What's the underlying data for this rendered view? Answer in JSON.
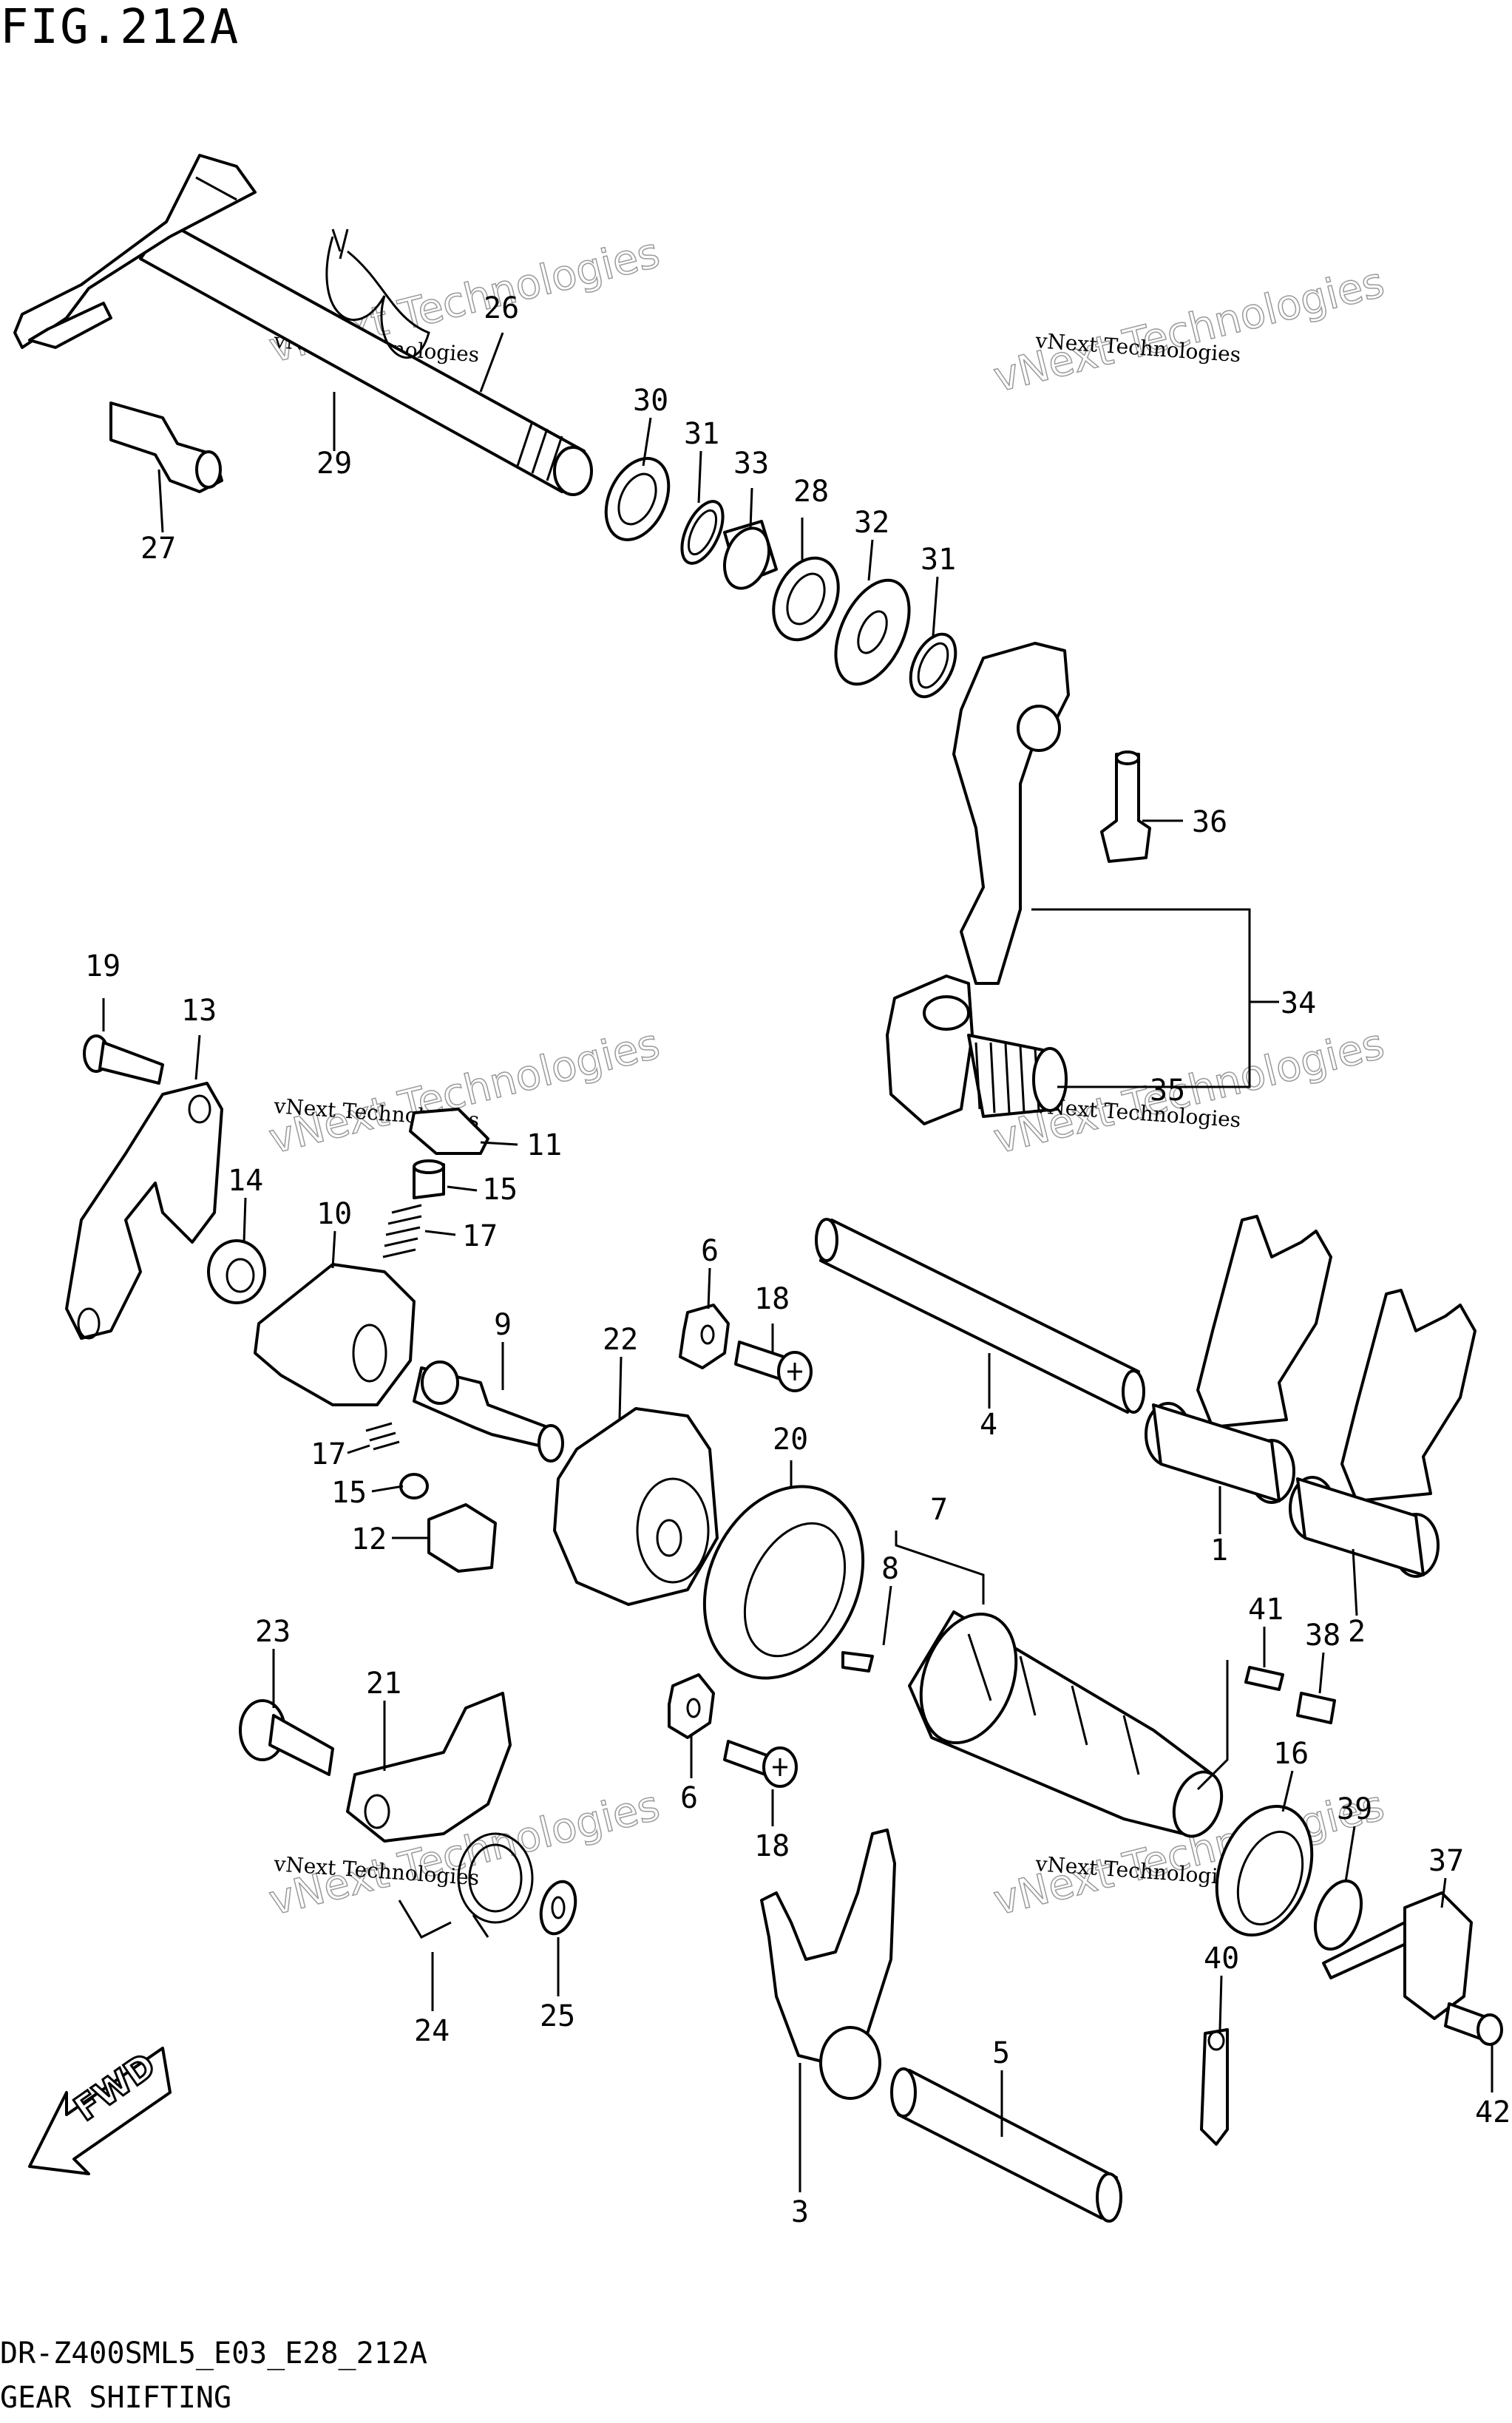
{
  "figure": {
    "title": "FIG.212A",
    "model_code": "DR-Z400SML5_E03_E28_212A",
    "section_name": "GEAR SHIFTING"
  },
  "watermark": {
    "line1": "vNext Technologies",
    "line2": "vNext Technologies"
  },
  "fwd_label": "FWD",
  "callouts": [
    {
      "id": "c26",
      "text": "26"
    },
    {
      "id": "c29",
      "text": "29"
    },
    {
      "id": "c27",
      "text": "27"
    },
    {
      "id": "c30",
      "text": "30"
    },
    {
      "id": "c31a",
      "text": "31"
    },
    {
      "id": "c33",
      "text": "33"
    },
    {
      "id": "c28",
      "text": "28"
    },
    {
      "id": "c32",
      "text": "32"
    },
    {
      "id": "c31b",
      "text": "31"
    },
    {
      "id": "c36",
      "text": "36"
    },
    {
      "id": "c34",
      "text": "34"
    },
    {
      "id": "c35",
      "text": "35"
    },
    {
      "id": "c19",
      "text": "19"
    },
    {
      "id": "c13",
      "text": "13"
    },
    {
      "id": "c14",
      "text": "14"
    },
    {
      "id": "c10",
      "text": "10"
    },
    {
      "id": "c11",
      "text": "11"
    },
    {
      "id": "c15a",
      "text": "15"
    },
    {
      "id": "c17a",
      "text": "17"
    },
    {
      "id": "c9",
      "text": "9"
    },
    {
      "id": "c6a",
      "text": "6"
    },
    {
      "id": "c18a",
      "text": "18"
    },
    {
      "id": "c22",
      "text": "22"
    },
    {
      "id": "c4",
      "text": "4"
    },
    {
      "id": "c1",
      "text": "1"
    },
    {
      "id": "c2",
      "text": "2"
    },
    {
      "id": "c17b",
      "text": "17"
    },
    {
      "id": "c15b",
      "text": "15"
    },
    {
      "id": "c12",
      "text": "12"
    },
    {
      "id": "c20",
      "text": "20"
    },
    {
      "id": "c7",
      "text": "7"
    },
    {
      "id": "c8",
      "text": "8"
    },
    {
      "id": "c41",
      "text": "41"
    },
    {
      "id": "c38",
      "text": "38"
    },
    {
      "id": "c23",
      "text": "23"
    },
    {
      "id": "c21",
      "text": "21"
    },
    {
      "id": "c6b",
      "text": "6"
    },
    {
      "id": "c18b",
      "text": "18"
    },
    {
      "id": "c16",
      "text": "16"
    },
    {
      "id": "c39",
      "text": "39"
    },
    {
      "id": "c37",
      "text": "37"
    },
    {
      "id": "c24",
      "text": "24"
    },
    {
      "id": "c25",
      "text": "25"
    },
    {
      "id": "c40",
      "text": "40"
    },
    {
      "id": "c42",
      "text": "42"
    },
    {
      "id": "c5",
      "text": "5"
    },
    {
      "id": "c3",
      "text": "3"
    }
  ]
}
